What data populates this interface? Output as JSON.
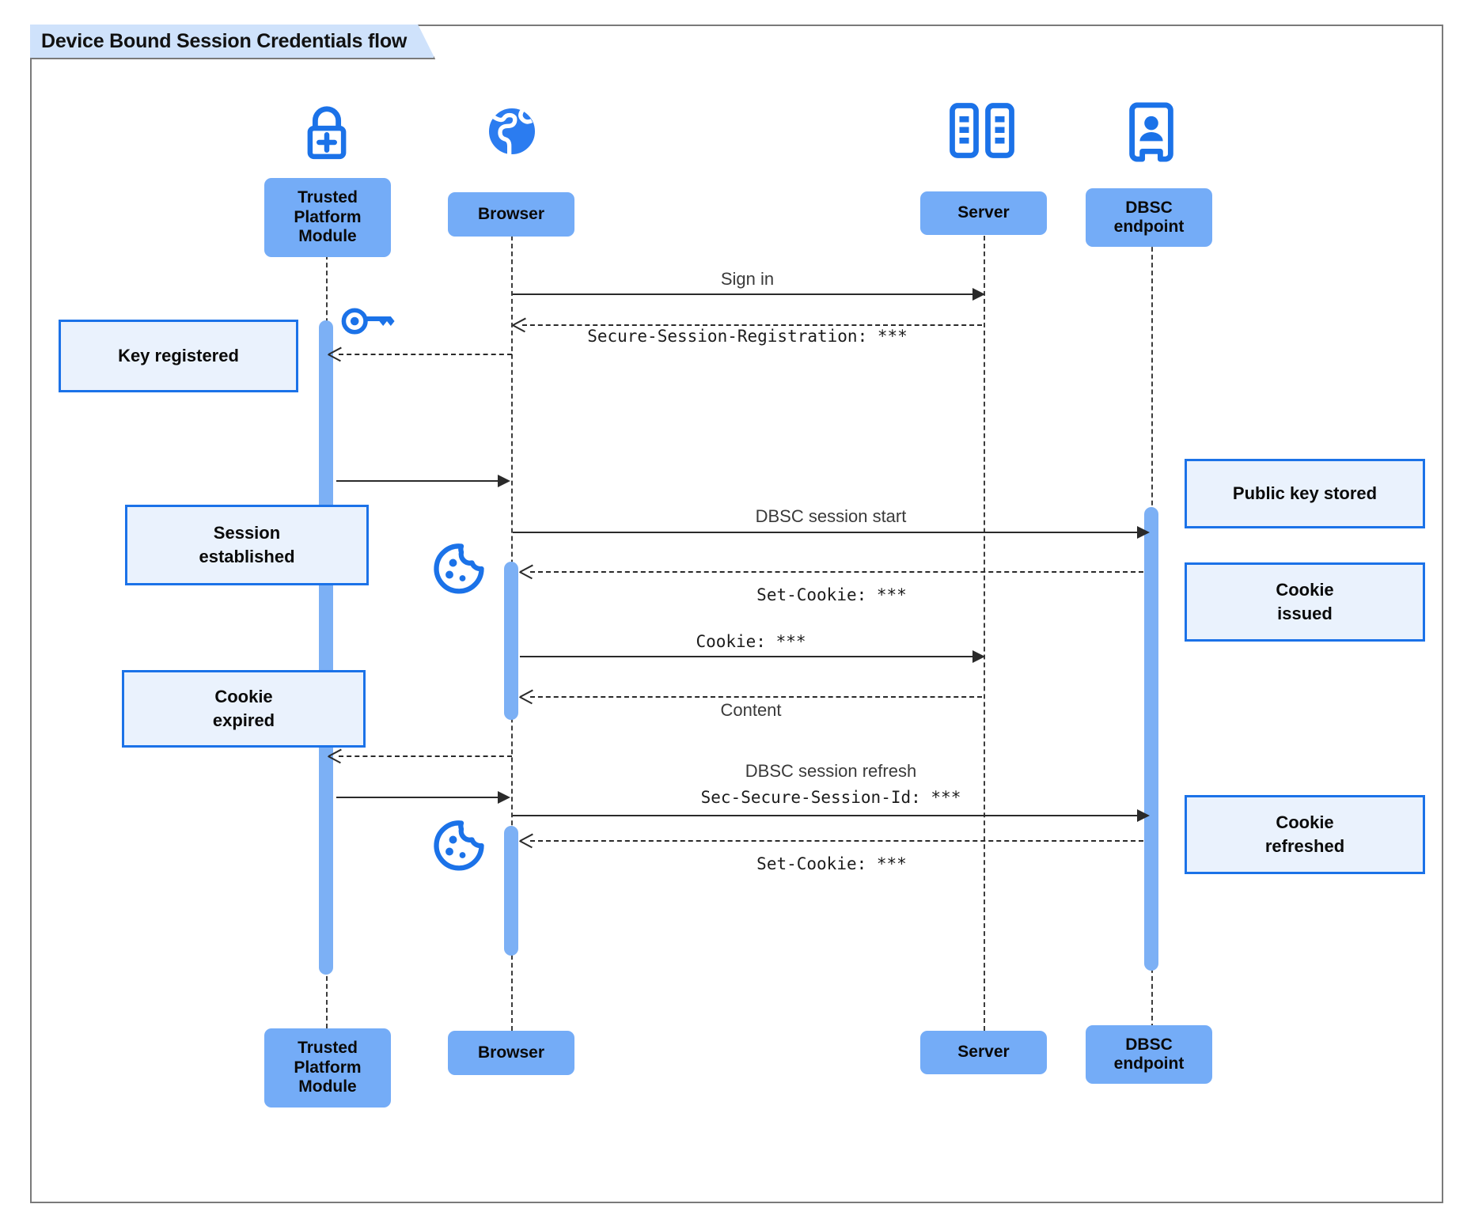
{
  "frame": {
    "title": "Device Bound Session Credentials flow"
  },
  "colors": {
    "participant_fill": "#74acf7",
    "note_fill": "#eaf2fd",
    "note_border": "#1b72e8",
    "activation_fill": "#7cb0f5",
    "icon_blue": "#1b72e8",
    "frame_border": "#7a7a7a",
    "tab_fill": "#cfe2fb",
    "line": "#2a2a2a"
  },
  "participants": [
    {
      "id": "tpm",
      "label": "Trusted\nPlatform\nModule",
      "icon": "padlock-plus-icon"
    },
    {
      "id": "browser",
      "label": "Browser",
      "icon": "globe-icon"
    },
    {
      "id": "server",
      "label": "Server",
      "icon": "server-rack-icon"
    },
    {
      "id": "dbsc",
      "label": "DBSC\nendpoint",
      "icon": "id-badge-icon"
    }
  ],
  "participants_top": {
    "tpm": "Trusted\nPlatform\nModule",
    "browser": "Browser",
    "server": "Server",
    "dbsc": "DBSC\nendpoint"
  },
  "participants_bottom": {
    "tpm": "Trusted\nPlatform\nModule",
    "browser": "Browser",
    "server": "Server",
    "dbsc": "DBSC\nendpoint"
  },
  "messages": [
    {
      "id": "sign-in",
      "from": "browser",
      "to": "server",
      "label": "Sign in",
      "style": "solid",
      "mono": false
    },
    {
      "id": "secure-session-reg",
      "from": "server",
      "to": "browser",
      "label": "Secure-Session-Registration: ***",
      "style": "dashed",
      "mono": true
    },
    {
      "id": "key-to-browser",
      "from": "tpm",
      "to": "browser",
      "label": "",
      "style": "solid",
      "mono": false
    },
    {
      "id": "reg-to-tpm",
      "from": "browser",
      "to": "tpm",
      "label": "",
      "style": "dashed",
      "mono": false
    },
    {
      "id": "dbsc-session-start",
      "from": "browser",
      "to": "dbsc",
      "label": "DBSC session start",
      "style": "solid",
      "mono": false
    },
    {
      "id": "set-cookie-1",
      "from": "dbsc",
      "to": "browser",
      "label": "Set-Cookie: ***",
      "style": "dashed",
      "mono": true
    },
    {
      "id": "cookie-req",
      "from": "browser",
      "to": "server",
      "label": "Cookie: ***",
      "style": "solid",
      "mono": true
    },
    {
      "id": "content",
      "from": "server",
      "to": "browser",
      "label": "Content",
      "style": "dashed",
      "mono": false
    },
    {
      "id": "expired-to-tpm",
      "from": "browser",
      "to": "tpm",
      "label": "",
      "style": "dashed",
      "mono": false
    },
    {
      "id": "tpm-to-browser-2",
      "from": "tpm",
      "to": "browser",
      "label": "",
      "style": "solid",
      "mono": false
    },
    {
      "id": "dbsc-session-refresh",
      "from": "browser",
      "to": "dbsc",
      "label": "DBSC session refresh",
      "style": "solid",
      "mono": false
    },
    {
      "id": "sec-session-id",
      "from": "browser",
      "to": "dbsc",
      "label": "Sec-Secure-Session-Id: ***",
      "style": "solid",
      "mono": true
    },
    {
      "id": "set-cookie-2",
      "from": "dbsc",
      "to": "browser",
      "label": "Set-Cookie: ***",
      "style": "dashed",
      "mono": true
    }
  ],
  "notes": [
    {
      "id": "key-registered",
      "side": "left",
      "text": "Key registered"
    },
    {
      "id": "session-established",
      "side": "left",
      "text": "Session\nestablished"
    },
    {
      "id": "cookie-expired",
      "side": "left",
      "text": "Cookie\nexpired"
    },
    {
      "id": "public-key-stored",
      "side": "right",
      "text": "Public key stored"
    },
    {
      "id": "cookie-issued",
      "side": "right",
      "text": "Cookie\nissued"
    },
    {
      "id": "cookie-refreshed",
      "side": "right",
      "text": "Cookie\nrefreshed"
    }
  ],
  "inline_icons": [
    {
      "id": "key-icon",
      "name": "key-icon",
      "near": "tpm"
    },
    {
      "id": "cookie-icon-1",
      "name": "cookie-icon",
      "near": "browser"
    },
    {
      "id": "cookie-icon-2",
      "name": "cookie-icon",
      "near": "browser"
    }
  ]
}
